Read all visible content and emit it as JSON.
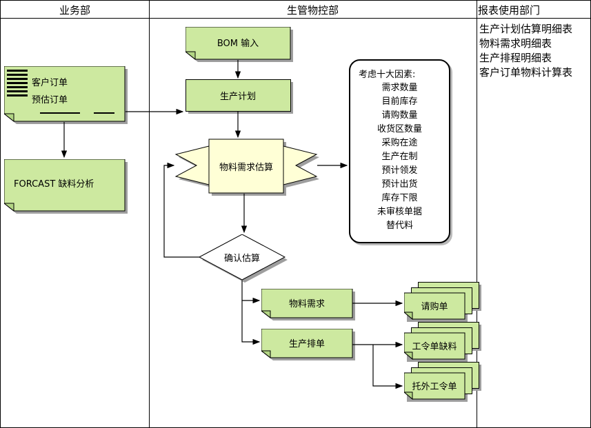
{
  "lanes": {
    "business": {
      "title": "业务部"
    },
    "production_control": {
      "title": "生管物控部"
    },
    "report_users": {
      "title": "报表使用部门"
    }
  },
  "business_lane": {
    "customer_orders_doc": {
      "lines": [
        "客户订单",
        "预估订单"
      ]
    },
    "forcast_doc": {
      "label": "FORCAST 缺料分析"
    }
  },
  "process": {
    "bom_input": "BOM 输入",
    "production_plan": "生产计划",
    "material_requirement_estimate": "物料需求估算",
    "confirm_estimate": "确认估算",
    "material_requirement": "物料需求",
    "production_scheduling": "生产排单",
    "purchase_requisition": "请购单",
    "work_order_shortage": "工令单缺料",
    "outsourced_work_order": "托外工令单"
  },
  "factors": {
    "title": "考虑十大因素:",
    "items": [
      "需求数量",
      "目前库存",
      "请购数量",
      "收货区数量",
      "采购在途",
      "生产在制",
      "预计领发",
      "预计出货",
      "库存下限",
      "未审核单据",
      "替代料"
    ]
  },
  "reports": [
    "生产计划估算明细表",
    "物料需求明细表",
    "生产排程明细表",
    "客户订单物料计算表"
  ],
  "colors": {
    "shape_green": "#cde9a0",
    "shape_yellow": "#ffffd6",
    "note_white": "#ffffff",
    "shadow_gray": "#9e9e9e",
    "line_black": "#000000"
  }
}
